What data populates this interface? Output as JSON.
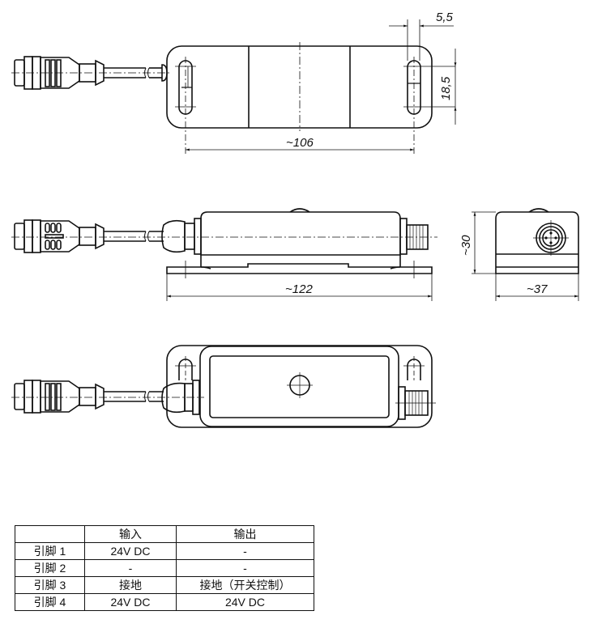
{
  "dimensions": {
    "top_view_length": "~106",
    "slot_offset": "5,5",
    "slot_spacing": "18,5",
    "side_view_length": "~122",
    "end_view_height": "~30",
    "end_view_width": "~37"
  },
  "pin_table": {
    "headers": [
      "",
      "输入",
      "输出"
    ],
    "rows": [
      {
        "pin": "引脚 1",
        "input": "24V DC",
        "output": "-"
      },
      {
        "pin": "引脚 2",
        "input": "-",
        "output": "-"
      },
      {
        "pin": "引脚 3",
        "input": "接地",
        "output": "接地（开关控制）"
      },
      {
        "pin": "引脚 4",
        "input": "24V DC",
        "output": "24V DC"
      }
    ]
  },
  "colors": {
    "line": "#111111",
    "background": "#ffffff"
  }
}
